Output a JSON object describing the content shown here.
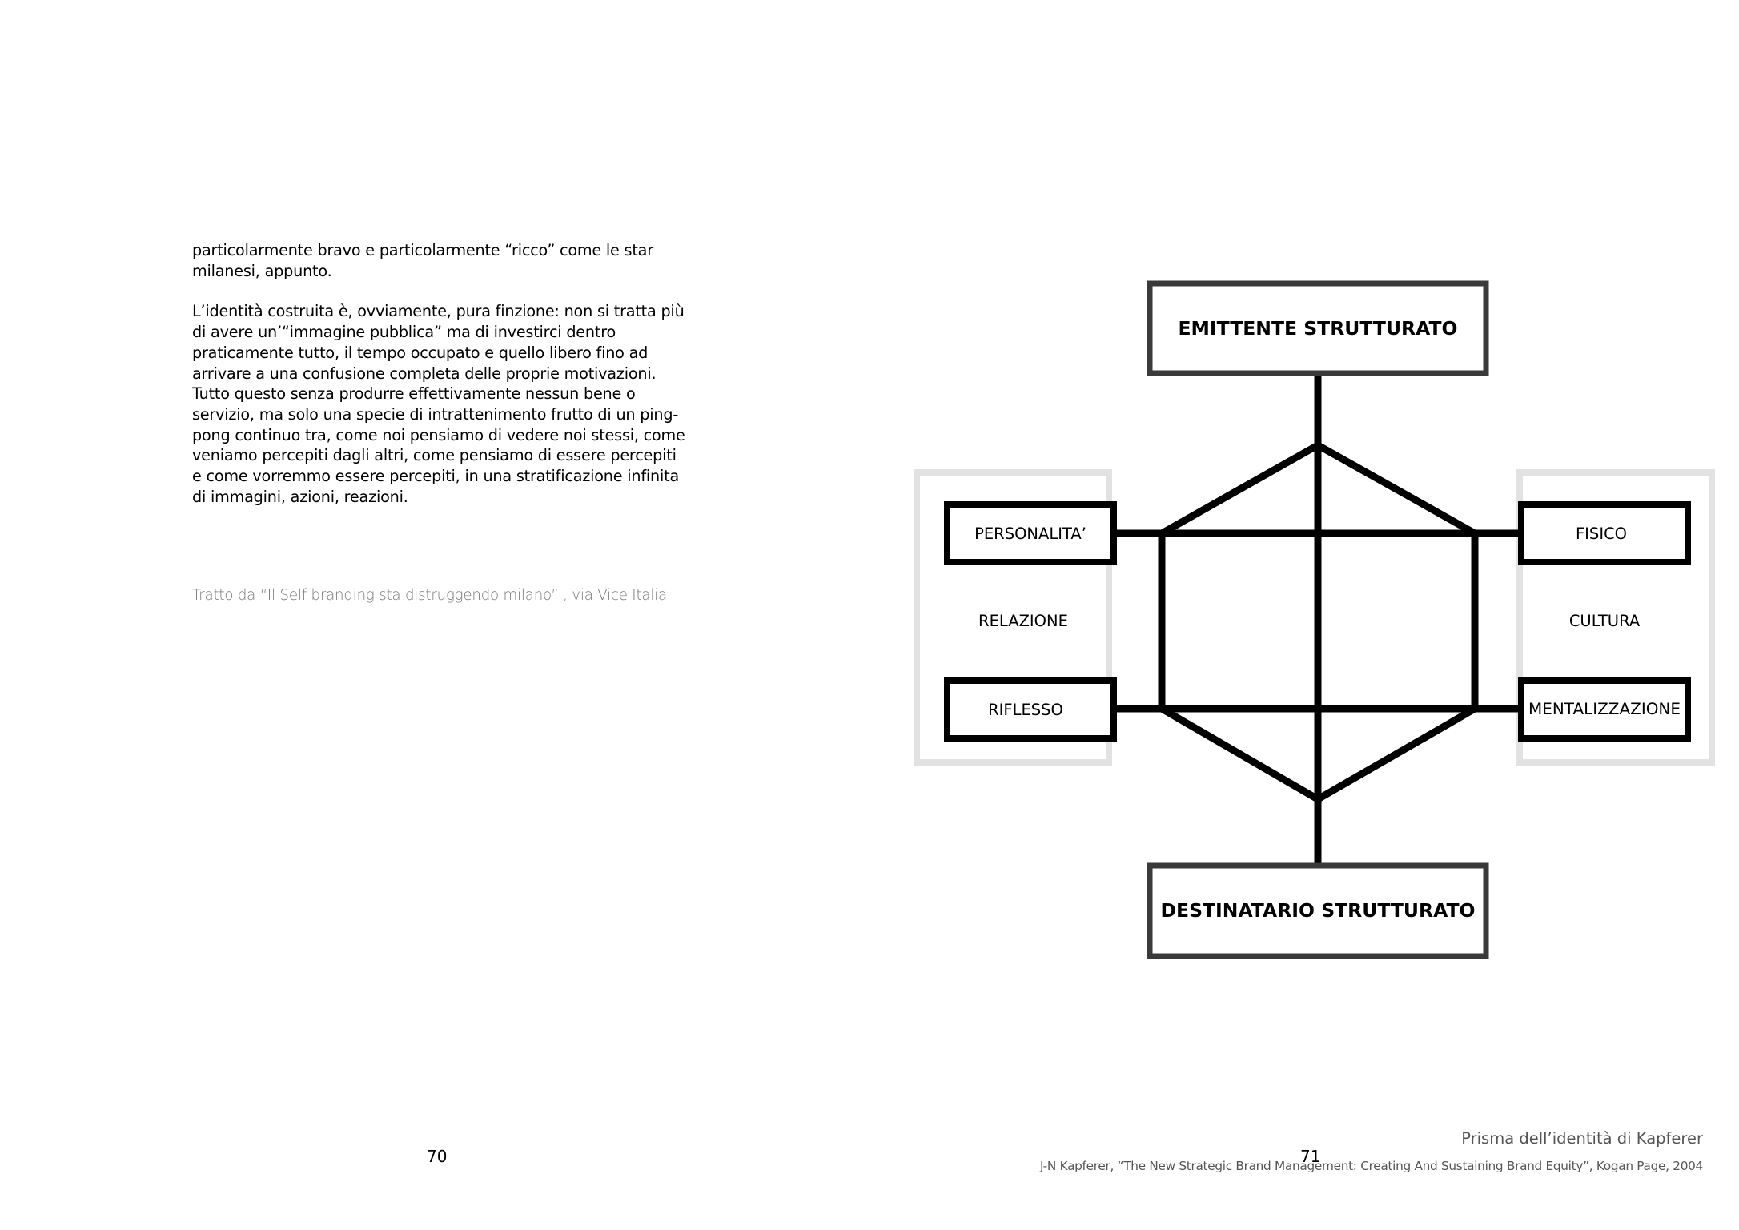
{
  "left_page": {
    "paragraphs": [
      "particolarmente bravo e particolarmente “ricco” come le star milanesi, appunto.",
      "L’identità costruita è, ovviamente, pura finzione: non si tratta più di avere un’“immagine pubblica” ma di investirci dentro praticamente tutto, il tempo occupato e quello libero fino ad arrivare a una confusione completa delle proprie motivazioni. Tutto questo senza produrre effettivamente nessun bene o servizio, ma solo una specie di intrattenimento frutto di un ping-pong continuo tra, come noi pensiamo di vedere noi stessi, come veniamo percepiti dagli altri, come pensiamo di essere percepiti e come vorremmo essere percepiti, in una stratificazione infinita di immagini, azioni, reazioni."
    ],
    "source": "Tratto da “Il Self branding sta distruggendo milano” , via Vice Italia",
    "page_number": "70"
  },
  "right_page": {
    "diagram": {
      "top": "EMITTENTE STRUTTURATO",
      "bottom": "DESTINATARIO STRUTTURATO",
      "left_top": "PERSONALITA’",
      "left_middle": "RELAZIONE",
      "left_bottom": "RIFLESSO",
      "right_top": "FISICO",
      "right_middle": "CULTURA",
      "right_bottom": "MENTALIZZAZIONE"
    },
    "caption_title": "Prisma dell’identità di Kapferer",
    "caption_citation": "J-N Kapferer, “The New Strategic Brand Management: Creating And Sustaining Brand Equity”, Kogan Page, 2004",
    "page_number": "71"
  }
}
